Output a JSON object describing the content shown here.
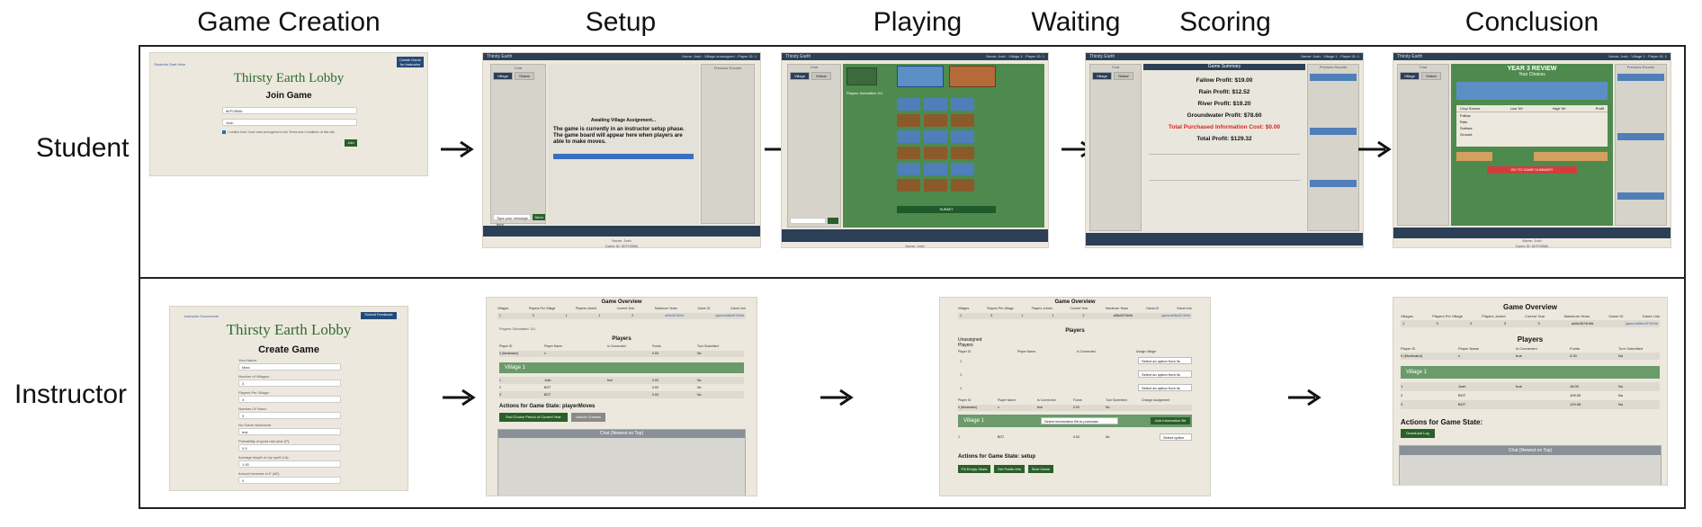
{
  "stages": [
    "Game Creation",
    "Setup",
    "Playing",
    "Waiting",
    "Scoring",
    "Conclusion"
  ],
  "rows": {
    "student": "Student",
    "instructor": "Instructor"
  },
  "student_creation": {
    "link": "Students Start Here",
    "corner_button": "Create Game\nfor Instructor",
    "title": "Thirsty Earth Lobby",
    "heading": "Join Game",
    "field1": "6KFOBMk",
    "field2": "Josh",
    "consent": "I confirm that I have read and agreed to the Terms and Conditions of this site.",
    "button": "Join"
  },
  "student_setup": {
    "app": "Thirsty Earth",
    "chat": "Chat",
    "tab_village": "Village",
    "tab_global": "Global",
    "prev": "Previous Rounds",
    "title": "Awaiting Village Assignment...",
    "message": "The game is currently in an instructor setup phase. The game board will appear here when players are able to make moves.",
    "msg_placeholder": "Type your message here",
    "send": "Send",
    "name_line": "Name: Josh",
    "game_line": "Game ID: 6KFOBMk"
  },
  "student_playing": {
    "app": "Thirsty Earth",
    "chat": "Chat",
    "tab_village": "Village",
    "tab_global": "Global",
    "players_submitted": "Players Submitted: 0/1",
    "submit": "SUBMIT",
    "name_line": "Name: Josh"
  },
  "student_scoring": {
    "app": "Thirsty Earth",
    "chat": "Chat",
    "tab_village": "Village",
    "tab_global": "Global",
    "summary": "Game Summary",
    "prev": "Previous Rounds",
    "lines": [
      "Fallow Profit: $19.00",
      "Rain Profit: $12.52",
      "River Profit: $19.20",
      "Groundwater Profit: $78.60"
    ],
    "red_line": "Total Purchased Information Cost: $0.00",
    "total": "Total Profit: $129.32"
  },
  "student_conclusion": {
    "app": "Thirsty Earth",
    "chat": "Chat",
    "tab_village": "Village",
    "tab_global": "Global",
    "prev": "Previous Rounds",
    "review": "YEAR 3 REVIEW",
    "choices": "Your Choices",
    "table_head": [
      "Crop Source",
      "Low Yel",
      "High Yel",
      "Profit"
    ],
    "rows": [
      "Fallow",
      "Rain",
      "Surface",
      "Ground"
    ],
    "button": "GO TO GAME SUMMARY",
    "name_line": "Name: Josh",
    "game_line": "Game ID: 6KFOBMk"
  },
  "instr_creation": {
    "link": "Instructor Documents",
    "corner_button": "Submit Feedback",
    "title": "Thirsty Earth Lobby",
    "heading": "Create Game",
    "labels": [
      "Your Name:",
      "Number of Villages:",
      "Players Per Village:",
      "Number Of Years:",
      "No Game Nickname:",
      "Probability of good rain year (P):",
      "Average length of dry spell (Ld):",
      "Annual increase in E (dE):"
    ],
    "values": [
      "Marc",
      "3",
      "3",
      "3",
      "test",
      "0.5",
      "1.00",
      "0"
    ]
  },
  "instr_setup": {
    "overview": "Game Overview",
    "head": [
      "Villages",
      "Players Per Village",
      "Players Joined",
      "Current Year",
      "Maximum Years",
      "Game ID",
      "Game Link"
    ],
    "vals": [
      "1",
      "3",
      "1",
      "1",
      "2",
      "a08c0574h9d",
      "/game/a08c0574h9d"
    ],
    "submitted": "Players Submitted: 0/1",
    "players": "Players",
    "phead": [
      "Player ID",
      "Player Name",
      "Is Connected",
      "Funds",
      "Turn Submitted"
    ],
    "moderator": [
      "0 (Moderator)",
      "x",
      "",
      "0.00",
      "No"
    ],
    "village": "Village 1",
    "prows": [
      [
        "1",
        "Josh",
        "true",
        "0.00",
        "No"
      ],
      [
        "2",
        "BOT",
        "",
        "0.00",
        "No"
      ],
      [
        "3",
        "BOT",
        "",
        "0.00",
        "No"
      ]
    ],
    "actions": "Actions for Game State: playerMoves",
    "btn1": "End Choice Period of Current Year",
    "btn2": "Unlock Choices",
    "chat": "Chat (Newest on Top)"
  },
  "instr_waiting": {
    "overview": "Game Overview",
    "head": [
      "Villages",
      "Players Per Village",
      "Players Joined",
      "Current Year",
      "Maximum Years",
      "Game ID",
      "Game Link"
    ],
    "vals": [
      "1",
      "3",
      "1",
      "1",
      "2",
      "a08c0574h9d",
      "/game/a08c0574h9d"
    ],
    "players": "Players",
    "unassigned": "Unassigned Players",
    "uhead": [
      "Player ID",
      "Player Name",
      "Is Connected",
      "Assign Village"
    ],
    "urows": [
      "2",
      "3",
      "4"
    ],
    "select_opt": "Select an option from lis",
    "phead": [
      "Player ID",
      "Player Name",
      "Is Connected",
      "Funds",
      "Turn Submitted",
      "Change Assignment"
    ],
    "moderator": [
      "0 (Moderator)",
      "x",
      "true",
      "0.00",
      "No"
    ],
    "village": "Village 1",
    "vselect": "Select information Bit to purchase",
    "vbtn": "Add Information Bit",
    "vrow": [
      "1",
      "BOT",
      "",
      "0.00",
      "No"
    ],
    "vrow_select": "Select option",
    "actions": "Actions for Game State: setup",
    "btns": [
      "Fill Empty Seats",
      "Get Public Info",
      "Start Game"
    ]
  },
  "instr_conclusion": {
    "overview": "Game Overview",
    "head": [
      "Villages",
      "Players Per Village",
      "Players Joined",
      "Current Year",
      "Maximum Years",
      "Game ID",
      "Game Link"
    ],
    "vals": [
      "1",
      "3",
      "2",
      "3",
      "3",
      "a08c0574h9d",
      "/game/a08c0574h9d"
    ],
    "players": "Players",
    "phead": [
      "Player ID",
      "Player Name",
      "Is Connected",
      "Funds",
      "Turn Submitted"
    ],
    "moderator": [
      "0 (Moderator)",
      "x",
      "true",
      "0.00",
      "No"
    ],
    "village": "Village 1",
    "prows": [
      [
        "1",
        "Josh",
        "true",
        "18.00",
        "No"
      ],
      [
        "2",
        "BOT",
        "",
        "109.09",
        "No"
      ],
      [
        "3",
        "BOT",
        "",
        "129.06",
        "No"
      ]
    ],
    "actions": "Actions for Game State:",
    "btn": "Download Log",
    "chat": "Chat (Newest on Top)"
  },
  "colors": {
    "beige": "#ece8dd",
    "navy": "#2b3f57",
    "green": "#4e8a4e",
    "dark_green": "#2a5f2a",
    "village_bar": "#6b9a6b"
  }
}
